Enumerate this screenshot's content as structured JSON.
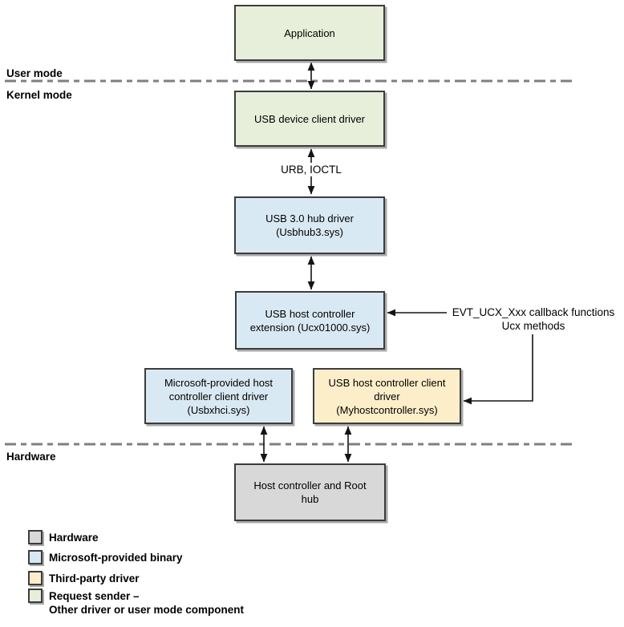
{
  "diagram": {
    "boxes": {
      "application": {
        "label": "Application"
      },
      "usb_device_client_driver": {
        "label": "USB device client driver"
      },
      "usb3_hub_driver": {
        "label": "USB 3.0 hub driver\n(Usbhub3.sys)"
      },
      "usb_host_controller_extension": {
        "label": "USB host controller\nextension (Ucx01000.sys)"
      },
      "ms_host_controller_client_driver": {
        "label": "Microsoft-provided host\ncontroller client driver\n(Usbxhci.sys)"
      },
      "usb_host_controller_client_driver": {
        "label": "USB host controller client\ndriver\n(Myhostcontroller.sys)"
      },
      "host_controller_root_hub": {
        "label": "Host controller and Root\nhub"
      }
    },
    "labels": {
      "user_mode": "User mode",
      "kernel_mode": "Kernel mode",
      "hardware": "Hardware",
      "urb_ioctl": "URB, IOCTL",
      "callback_note": "EVT_UCX_Xxx callback functions\nUcx methods"
    },
    "legend": {
      "items": [
        {
          "label": "Hardware",
          "color_key": "hardware"
        },
        {
          "label": "Microsoft-provided binary",
          "color_key": "microsoft_binary"
        },
        {
          "label": "Third-party driver",
          "color_key": "third_party"
        },
        {
          "label": "Request sender –\nOther driver or user mode component",
          "color_key": "request_sender"
        }
      ]
    },
    "colors": {
      "request_sender": "#e7efda",
      "microsoft_binary": "#d9e9f3",
      "third_party": "#fdeeca",
      "hardware": "#d8d8d8",
      "box_border": "#3c3c3c",
      "separator_line": "#7f7f7f",
      "arrow": "#141414"
    }
  }
}
